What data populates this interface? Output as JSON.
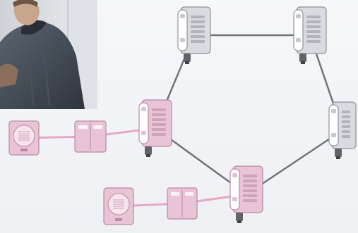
{
  "diagram": {
    "kind": "intercom-network",
    "colors": {
      "background": "#f3f4f7",
      "pink_device": "#e9c3d6",
      "pink_device_edge": "#b98aa3",
      "gray_device": "#d9dbe0",
      "gray_device_edge": "#8e939c",
      "gray_link": "#6f737a",
      "pink_link": "#e6a8c4"
    },
    "nodes": [
      {
        "id": "phone-top-left",
        "type": "wall-phone",
        "color": "gray",
        "icon": "wall-phone-icon"
      },
      {
        "id": "phone-top-right",
        "type": "wall-phone",
        "color": "gray",
        "icon": "wall-phone-icon"
      },
      {
        "id": "phone-right",
        "type": "wall-phone",
        "color": "gray",
        "icon": "wall-phone-icon"
      },
      {
        "id": "phone-middle-left",
        "type": "wall-phone",
        "color": "pink",
        "icon": "wall-phone-icon"
      },
      {
        "id": "phone-bottom",
        "type": "wall-phone",
        "color": "pink",
        "icon": "wall-phone-icon"
      },
      {
        "id": "door-speaker-1",
        "type": "door-speaker",
        "color": "pink",
        "icon": "door-speaker-icon"
      },
      {
        "id": "power-supply-1",
        "type": "power-supply",
        "color": "pink",
        "icon": "power-supply-icon"
      },
      {
        "id": "door-speaker-2",
        "type": "door-speaker",
        "color": "pink",
        "icon": "door-speaker-icon"
      },
      {
        "id": "power-supply-2",
        "type": "power-supply",
        "color": "pink",
        "icon": "power-supply-icon"
      }
    ],
    "links": [
      {
        "from": "phone-top-left",
        "to": "phone-top-right",
        "color": "gray"
      },
      {
        "from": "phone-top-left",
        "to": "phone-middle-left",
        "color": "gray"
      },
      {
        "from": "phone-top-right",
        "to": "phone-right",
        "color": "gray"
      },
      {
        "from": "phone-right",
        "to": "phone-bottom",
        "color": "gray"
      },
      {
        "from": "phone-middle-left",
        "to": "phone-bottom",
        "color": "gray"
      },
      {
        "from": "door-speaker-1",
        "to": "power-supply-1",
        "color": "pink"
      },
      {
        "from": "power-supply-1",
        "to": "phone-middle-left",
        "color": "pink"
      },
      {
        "from": "door-speaker-2",
        "to": "power-supply-2",
        "color": "pink"
      },
      {
        "from": "power-supply-2",
        "to": "phone-bottom",
        "color": "pink"
      }
    ],
    "photo": {
      "subject": "person-in-jacket",
      "icon": "person-photo-icon"
    }
  }
}
